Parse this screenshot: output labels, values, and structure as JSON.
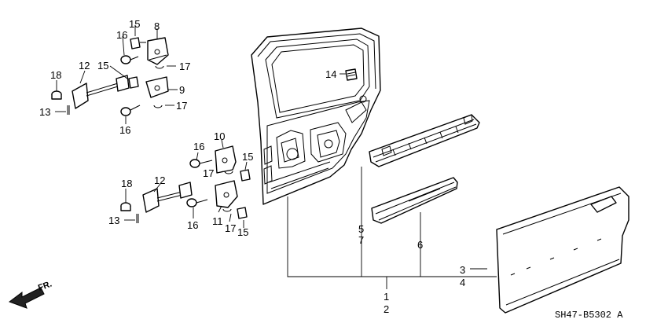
{
  "diagram": {
    "code": "SH47-B5302 A",
    "direction": "FR.",
    "labels": {
      "c1": "1",
      "c2": "2",
      "c3": "3",
      "c4": "4",
      "c5": "5",
      "c6": "6",
      "c7": "7",
      "c8": "8",
      "c9": "9",
      "c10": "10",
      "c11": "11",
      "c12a": "12",
      "c12b": "12",
      "c13a": "13",
      "c13b": "13",
      "c14": "14",
      "c15a": "15",
      "c15b": "15",
      "c15c": "15",
      "c15d": "15",
      "c16a": "16",
      "c16b": "16",
      "c16c": "16",
      "c16d": "16",
      "c17a": "17",
      "c17b": "17",
      "c17c": "17",
      "c17d": "17",
      "c18a": "18",
      "c18b": "18"
    }
  }
}
